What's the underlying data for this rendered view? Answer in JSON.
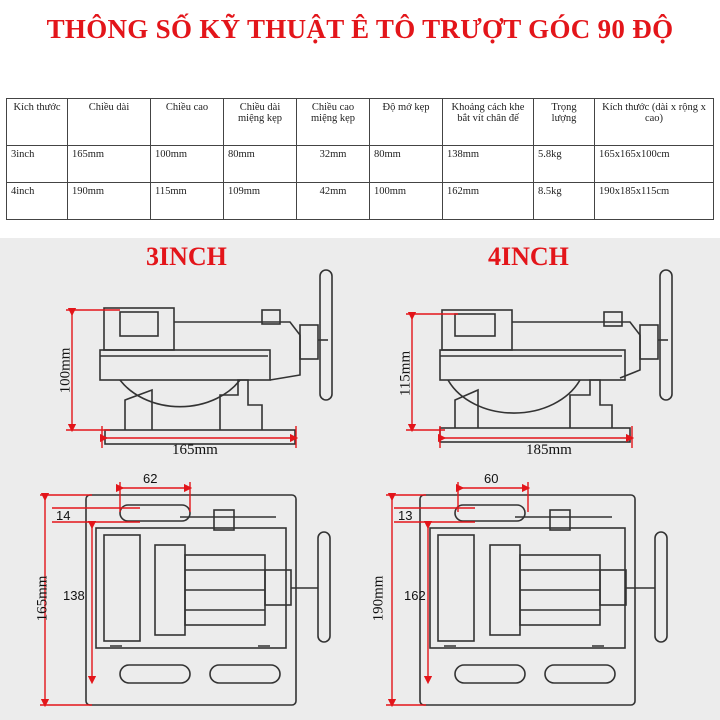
{
  "title": "THÔNG SỐ KỸ THUẬT Ê TÔ TRƯỢT GÓC 90 ĐỘ",
  "table": {
    "headers": [
      "Kích thước",
      "Chiều dài",
      "Chiều cao",
      "Chiều dài miệng kẹp",
      "Chiều cao miệng kẹp",
      "Độ mở kẹp",
      "Khoảng cách khe bắt vít chân đế",
      "Trọng lượng",
      "Kích thước (dài x rộng x cao)"
    ],
    "rows": [
      [
        "3inch",
        "165mm",
        "100mm",
        "80mm",
        "32mm",
        "80mm",
        "138mm",
        "5.8kg",
        "165x165x100cm"
      ],
      [
        "4inch",
        "190mm",
        "115mm",
        "109mm",
        "42mm",
        "100mm",
        "162mm",
        "8.5kg",
        "190x185x115cm"
      ]
    ]
  },
  "drawings": {
    "left": {
      "label": "3INCH",
      "side_height": "100mm",
      "side_length": "165mm",
      "top_opening": "62",
      "top_offset": "14",
      "slot_spacing": "138",
      "top_length": "165mm"
    },
    "right": {
      "label": "4INCH",
      "side_height": "115mm",
      "side_length": "185mm",
      "top_opening": "60",
      "top_offset": "13",
      "slot_spacing": "162",
      "top_length": "190mm"
    }
  },
  "colors": {
    "title": "#e3151a",
    "dimension_line": "#e3151a",
    "panel_bg": "#ececec",
    "drawing": "#333333"
  }
}
